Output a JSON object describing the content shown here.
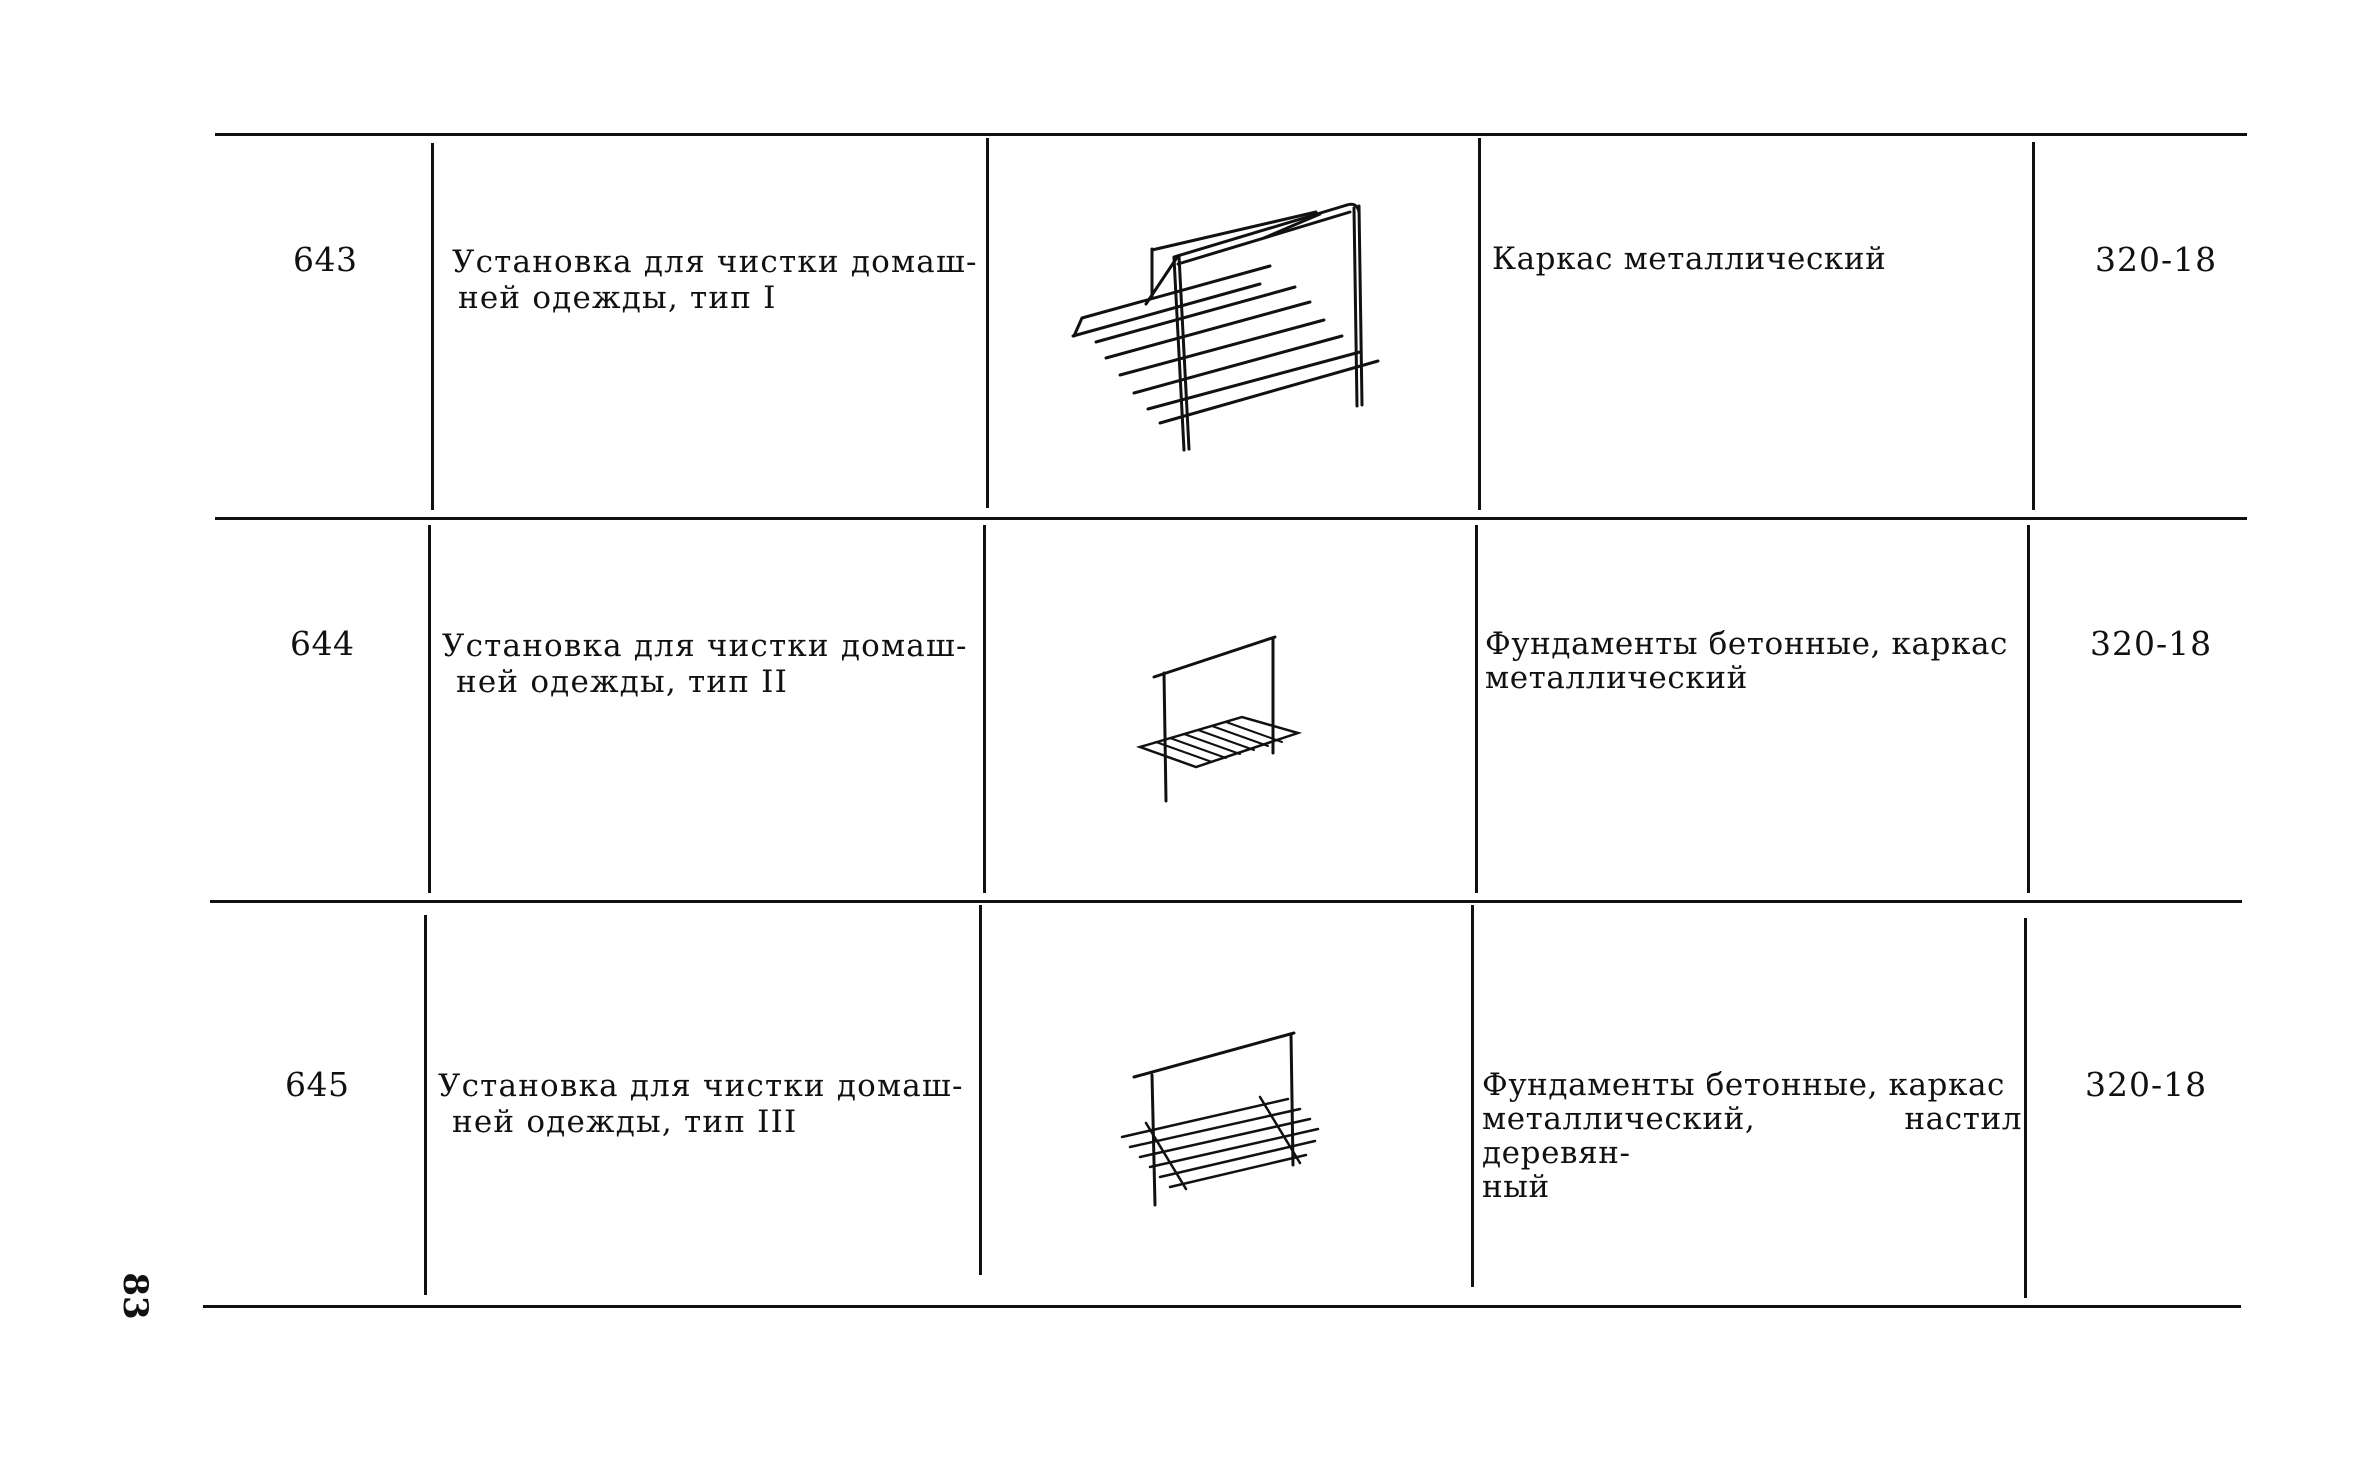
{
  "rows": [
    {
      "number": "643",
      "name_line1": "Установка для чистки домаш-",
      "name_line2": "ней одежды, тип I",
      "description_lines": [
        "Каркас металлический"
      ],
      "code": "320-18",
      "drawing_icon": "clothes-cleaning-rack-type-1-icon"
    },
    {
      "number": "644",
      "name_line1": "Установка для чистки домаш-",
      "name_line2": "ней одежды, тип II",
      "description_lines": [
        "Фундаменты бетонные, каркас",
        "металлический"
      ],
      "code": "320-18",
      "drawing_icon": "clothes-cleaning-rack-type-2-icon"
    },
    {
      "number": "645",
      "name_line1": "Установка для чистки домаш-",
      "name_line2": "ней одежды, тип III",
      "description_lines": [
        "Фундаменты бетонные, каркас",
        "металлический, настил деревян-",
        "ный"
      ],
      "code": "320-18",
      "drawing_icon": "clothes-cleaning-rack-type-3-icon"
    }
  ],
  "page_number": "83"
}
